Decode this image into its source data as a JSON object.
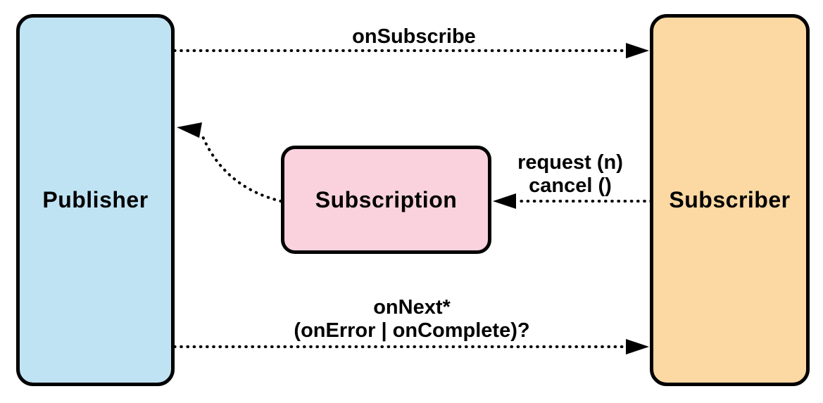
{
  "diagram": {
    "background": "#ffffff",
    "line_color": "#000000",
    "nodes": {
      "publisher": {
        "label": "Publisher",
        "fill": "#c0e3f4",
        "border_color": "#000000"
      },
      "subscription": {
        "label": "Subscription",
        "fill": "#f9d2dd",
        "border_color": "#000000"
      },
      "subscriber": {
        "label": "Subscriber",
        "fill": "#fcd9a3",
        "border_color": "#000000"
      }
    },
    "edges": {
      "on_subscribe": {
        "label": "onSubscribe",
        "from": "publisher",
        "to": "subscriber",
        "line_style": "dotted"
      },
      "request_cancel": {
        "label_line1": "request (n)",
        "label_line2": "cancel ()",
        "from": "subscriber",
        "to": "subscription",
        "line_style": "dotted"
      },
      "subscription_to_publisher": {
        "from": "subscription",
        "to": "publisher",
        "line_style": "dotted"
      },
      "on_next": {
        "label_line1": "onNext*",
        "label_line2": "(onError | onComplete)?",
        "from": "publisher",
        "to": "subscriber",
        "line_style": "dotted"
      }
    }
  }
}
